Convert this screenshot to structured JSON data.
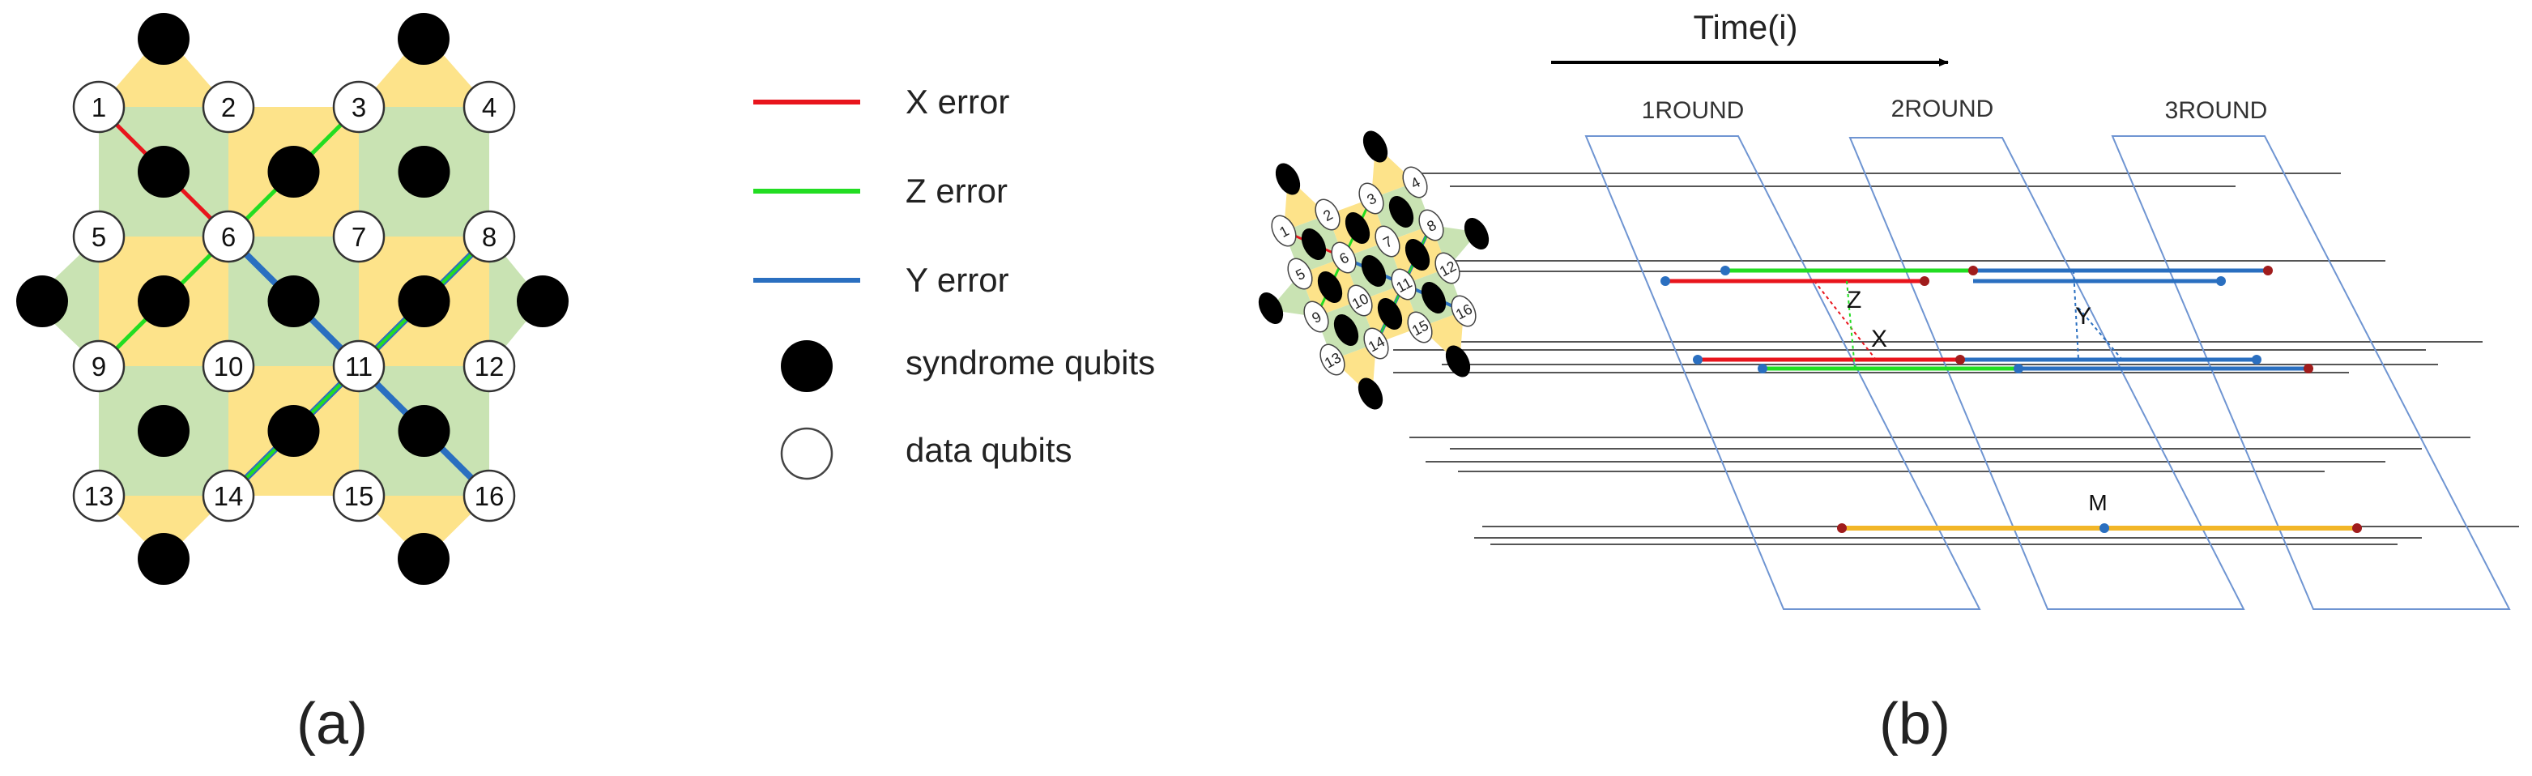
{
  "colors": {
    "x_error": "#e8141c",
    "z_error": "#22dd22",
    "y_error": "#2a6fc0",
    "yellow_face": "#fde38a",
    "green_face": "#c9e3b3",
    "time_plane": "#6f95d2",
    "measurement": "#f2b628",
    "node_red": "#a01c1c",
    "node_blue": "#1d5fa8"
  },
  "panel_a": {
    "caption": "(a)",
    "qubit_labels": [
      "1",
      "2",
      "3",
      "4",
      "5",
      "6",
      "7",
      "8",
      "9",
      "10",
      "11",
      "12",
      "13",
      "14",
      "15",
      "16"
    ]
  },
  "legend": {
    "items": [
      {
        "label": "X error",
        "marker": "line",
        "color_key": "x_error"
      },
      {
        "label": "Z error",
        "marker": "line",
        "color_key": "z_error"
      },
      {
        "label": "Y error",
        "marker": "line",
        "color_key": "y_error"
      },
      {
        "label": "syndrome qubits",
        "marker": "filled-dot"
      },
      {
        "label": "data qubits",
        "marker": "hollow-dot"
      }
    ]
  },
  "panel_b": {
    "caption": "(b)",
    "time_label": "Time(i)",
    "rounds": [
      "1ROUND",
      "2ROUND",
      "3ROUND"
    ],
    "annotations": {
      "z": "Z",
      "x": "X",
      "y": "Y",
      "m": "M"
    }
  }
}
